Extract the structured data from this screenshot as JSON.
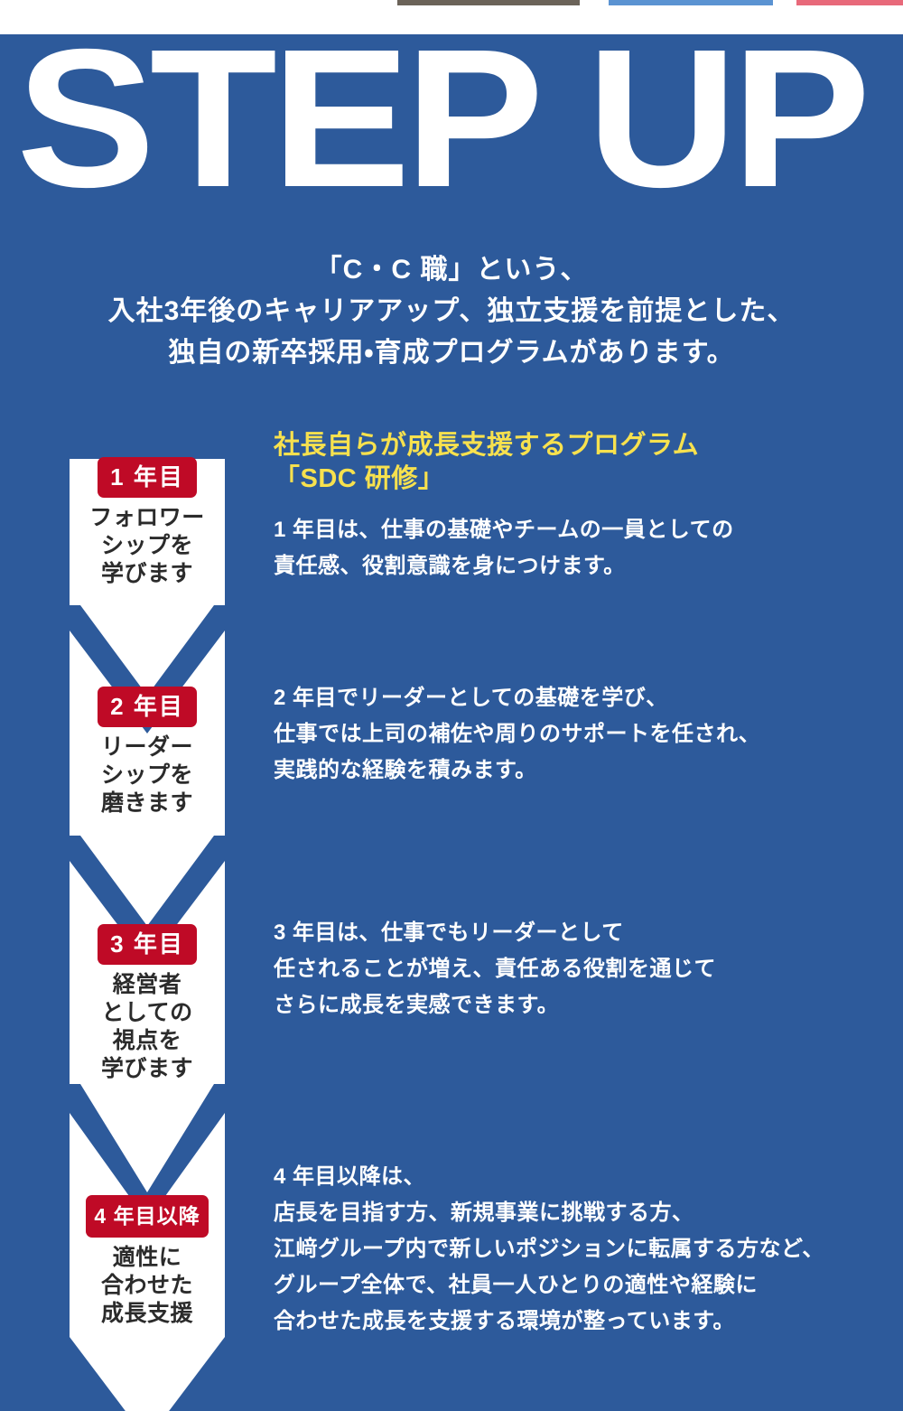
{
  "colors": {
    "panel_blue": "#2d5a9b",
    "badge_red": "#bf0a26",
    "accent_yellow": "#f7e14e",
    "white": "#ffffff",
    "caption_dark": "#2b2b2b"
  },
  "wordmark": "STEP UP",
  "lead": [
    "「C・C 職」という、",
    "入社3年後のキャリアアップ、独立支援を前提とした、",
    "独自の新卒採用・育成プログラムがあります。"
  ],
  "steps": [
    {
      "badge": "1 年目",
      "caption": [
        "フォロワー",
        "シップを",
        "学びます"
      ],
      "title": [
        "社長自らが成長支援するプログラム",
        "「SDC 研修」"
      ],
      "body": [
        "1 年目は、仕事の基礎やチームの一員としての",
        "責任感、役割意識を身につけます。"
      ]
    },
    {
      "badge": "2 年目",
      "caption": [
        "リーダー",
        "シップを",
        "磨きます"
      ],
      "title": [],
      "body": [
        "2 年目でリーダーとしての基礎を学び、",
        "仕事では上司の補佐や周りのサポートを任され、",
        "実践的な経験を積みます。"
      ]
    },
    {
      "badge": "3 年目",
      "caption": [
        "経営者",
        "としての",
        "視点を",
        "学びます"
      ],
      "title": [],
      "body": [
        "3 年目は、仕事でもリーダーとして",
        "任されることが増え、責任ある役割を通じて",
        "さらに成長を実感できます。"
      ]
    },
    {
      "badge": "4 年目以降",
      "caption": [
        "適性に",
        "合わせた",
        "成長支援"
      ],
      "title": [],
      "body": [
        "4 年目以降は、",
        "店長を目指す方、新規事業に挑戦する方、",
        "江﨑グループ内で新しいポジションに転属する方など、",
        "グループ全体で、社員一人ひとりの適性や経験に",
        "合わせた成長を支援する環境が整っています。"
      ]
    }
  ]
}
